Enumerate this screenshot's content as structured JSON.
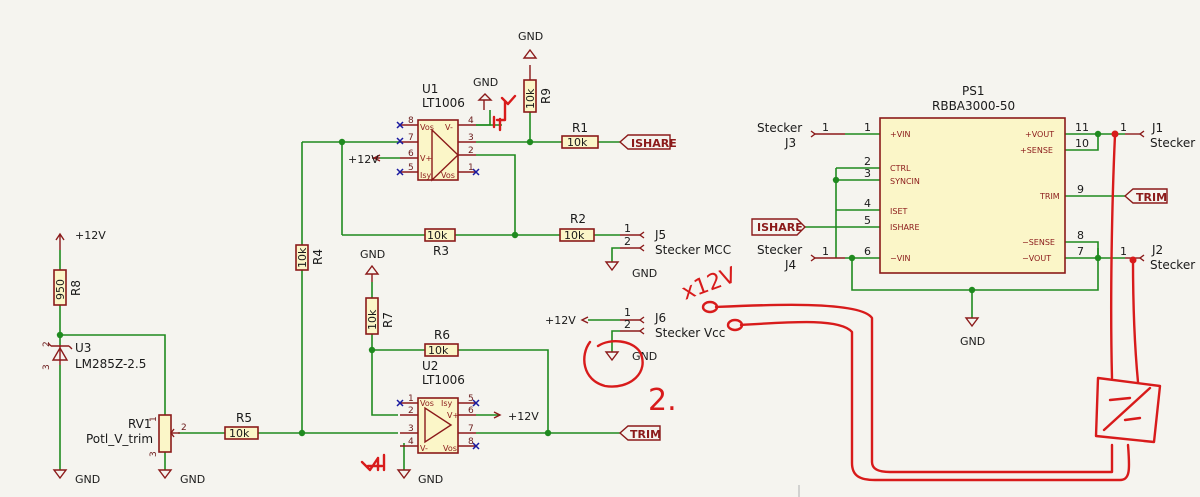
{
  "schematic": {
    "net_labels": {
      "gnd": "GND",
      "plus12v": "+12V",
      "ishare": "ISHARE",
      "trim": "TRIM"
    },
    "components": {
      "U1": {
        "ref": "U1",
        "value": "LT1006",
        "pins": {
          "vos_l": "Vos",
          "vminus": "V-",
          "vplus": "V+",
          "isy": "Isy",
          "vos_r": "Vos"
        },
        "pin_numbers": [
          "8",
          "7",
          "6",
          "5",
          "4",
          "3",
          "2",
          "1"
        ]
      },
      "U2": {
        "ref": "U2",
        "value": "LT1006",
        "pins": {
          "vos_l": "Vos",
          "isy": "Isy",
          "vplus": "V+",
          "vminus": "V-",
          "vos_r": "Vos"
        },
        "pin_numbers": [
          "1",
          "2",
          "3",
          "4",
          "5",
          "6",
          "7",
          "8"
        ]
      },
      "R1": {
        "ref": "R1",
        "value": "10k"
      },
      "R2": {
        "ref": "R2",
        "value": "10k"
      },
      "R3": {
        "ref": "R3",
        "value": "10k"
      },
      "R4": {
        "ref": "R4",
        "value": "10k"
      },
      "R5": {
        "ref": "R5",
        "value": "10k"
      },
      "R6": {
        "ref": "R6",
        "value": "10k"
      },
      "R7": {
        "ref": "R7",
        "value": "10k"
      },
      "R8": {
        "ref": "R8",
        "value": "950"
      },
      "R9": {
        "ref": "R9",
        "value": "10k"
      },
      "U3": {
        "ref": "U3",
        "value": "LM285Z-2.5",
        "pins": [
          "2",
          "3"
        ]
      },
      "RV1": {
        "ref": "RV1",
        "value": "Potl_V_trim",
        "pins": [
          "1",
          "2",
          "3"
        ]
      },
      "J1": {
        "ref": "J1",
        "value": "Stecker",
        "pin": "1"
      },
      "J2": {
        "ref": "J2",
        "value": "Stecker",
        "pin": "1"
      },
      "J3": {
        "ref": "J3",
        "value": "Stecker",
        "pin": "1"
      },
      "J4": {
        "ref": "J4",
        "value": "Stecker",
        "pin": "1"
      },
      "J5": {
        "ref": "J5",
        "value": "Stecker MCC",
        "pins": [
          "1",
          "2"
        ]
      },
      "J6": {
        "ref": "J6",
        "value": "Stecker Vcc",
        "pins": [
          "1",
          "2"
        ]
      },
      "PS1": {
        "ref": "PS1",
        "value": "RBBA3000-50",
        "left_pins": [
          {
            "num": "1",
            "name": "+VIN"
          },
          {
            "num": "2",
            "name": "CTRL"
          },
          {
            "num": "3",
            "name": "SYNCIN"
          },
          {
            "num": "4",
            "name": "ISET"
          },
          {
            "num": "5",
            "name": "ISHARE"
          },
          {
            "num": "6",
            "name": "−VIN"
          }
        ],
        "right_pins": [
          {
            "num": "11",
            "name": "+VOUT"
          },
          {
            "num": "10",
            "name": "+SENSE"
          },
          {
            "num": "9",
            "name": "TRIM"
          },
          {
            "num": "8",
            "name": "−SENSE"
          },
          {
            "num": "7",
            "name": "−VOUT"
          }
        ]
      }
    },
    "annotations": {
      "handwritten_note": "x12V",
      "handwritten_number": "2."
    }
  }
}
